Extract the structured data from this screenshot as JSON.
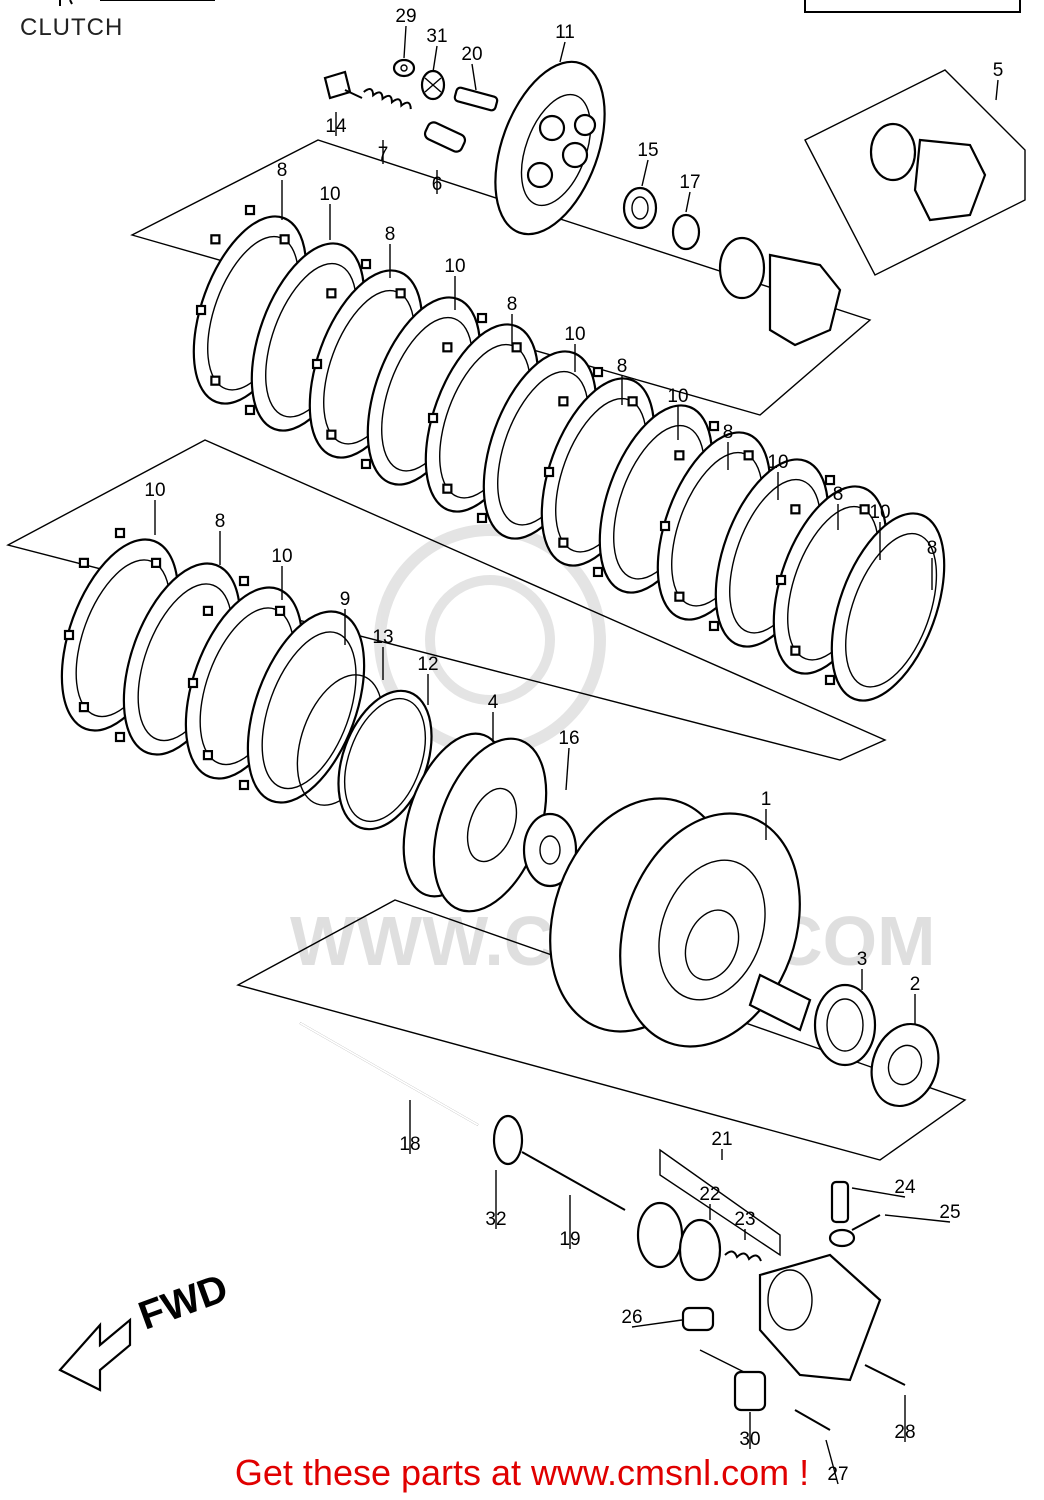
{
  "page": {
    "title": "CLUTCH",
    "footer": "Get these parts at www.cmsnl.com !",
    "watermark": "WWW.CMSNL.COM",
    "fwd_label": "FWD"
  },
  "callouts": [
    {
      "id": "p29",
      "text": "29"
    },
    {
      "id": "p31",
      "text": "31"
    },
    {
      "id": "p20",
      "text": "20"
    },
    {
      "id": "p11",
      "text": "11"
    },
    {
      "id": "p5",
      "text": "5"
    },
    {
      "id": "p14",
      "text": "14"
    },
    {
      "id": "p7",
      "text": "7"
    },
    {
      "id": "p6",
      "text": "6"
    },
    {
      "id": "p15",
      "text": "15"
    },
    {
      "id": "p17",
      "text": "17"
    },
    {
      "id": "p8a",
      "text": "8"
    },
    {
      "id": "p10a",
      "text": "10"
    },
    {
      "id": "p8b",
      "text": "8"
    },
    {
      "id": "p10b",
      "text": "10"
    },
    {
      "id": "p8c",
      "text": "8"
    },
    {
      "id": "p10c",
      "text": "10"
    },
    {
      "id": "p8d",
      "text": "8"
    },
    {
      "id": "p10d",
      "text": "10"
    },
    {
      "id": "p8e",
      "text": "8"
    },
    {
      "id": "p10e",
      "text": "10"
    },
    {
      "id": "p8f",
      "text": "8"
    },
    {
      "id": "p10f",
      "text": "10"
    },
    {
      "id": "p8g",
      "text": "8"
    },
    {
      "id": "p10g",
      "text": "10"
    },
    {
      "id": "p8h",
      "text": "8"
    },
    {
      "id": "p10h",
      "text": "10"
    },
    {
      "id": "p9",
      "text": "9"
    },
    {
      "id": "p13",
      "text": "13"
    },
    {
      "id": "p12",
      "text": "12"
    },
    {
      "id": "p4",
      "text": "4"
    },
    {
      "id": "p16",
      "text": "16"
    },
    {
      "id": "p1",
      "text": "1"
    },
    {
      "id": "p3",
      "text": "3"
    },
    {
      "id": "p2",
      "text": "2"
    },
    {
      "id": "p18",
      "text": "18"
    },
    {
      "id": "p32",
      "text": "32"
    },
    {
      "id": "p19",
      "text": "19"
    },
    {
      "id": "p21",
      "text": "21"
    },
    {
      "id": "p22",
      "text": "22"
    },
    {
      "id": "p23",
      "text": "23"
    },
    {
      "id": "p24",
      "text": "24"
    },
    {
      "id": "p25",
      "text": "25"
    },
    {
      "id": "p26",
      "text": "26"
    },
    {
      "id": "p28",
      "text": "28"
    },
    {
      "id": "p30",
      "text": "30"
    },
    {
      "id": "p27",
      "text": "27"
    }
  ]
}
